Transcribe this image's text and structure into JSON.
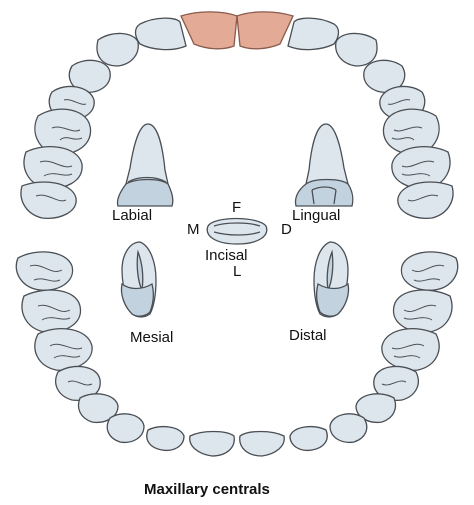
{
  "labels": {
    "labial": "Labial",
    "lingual": "Lingual",
    "mesial": "Mesial",
    "distal": "Distal",
    "incisal": "Incisal",
    "facial_letter": "F",
    "mesial_letter": "M",
    "distal_letter": "D",
    "lingual_letter": "L"
  },
  "caption": "Maxillary centrals",
  "colors": {
    "tooth_fill": "#dde6ec",
    "tooth_outline": "#4a4f55",
    "highlight_fill": "#e3aa95",
    "highlight_outline": "#8a5a4c",
    "crown_shade": "#c2d2de"
  }
}
